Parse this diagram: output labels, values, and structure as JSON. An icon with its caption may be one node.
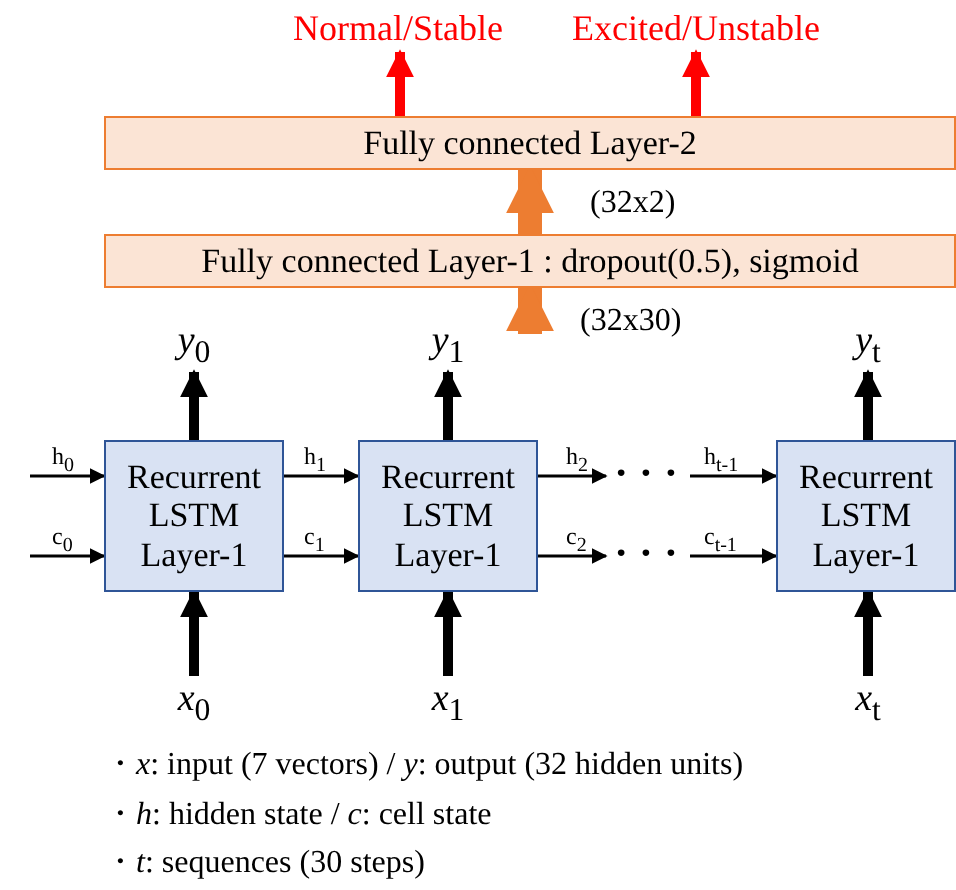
{
  "diagram": {
    "nodes": [
      {
        "text": [
          "Normal/Stable"
        ]
      },
      {
        "text": [
          "Excited/Unstable"
        ]
      },
      {
        "text": [
          "Fully connected Layer-2"
        ]
      },
      {
        "text": [
          "Fully connected Layer-1 : dropout(0.5), sigmoid"
        ]
      },
      {
        "text": [
          "*y*$_{0}$"
        ]
      },
      {
        "text": [
          "*y*$_{1}$"
        ]
      },
      {
        "text": [
          "*y*$_{t}$"
        ]
      },
      {
        "text": [
          "Recurrent LSTM Layer-1"
        ]
      },
      {
        "text": [
          "Recurrent LSTM Layer-1"
        ]
      },
      {
        "text": [
          "Recurrent LSTM Layer-1"
        ]
      },
      {
        "text": [
          "*x*$_{0}$"
        ]
      },
      {
        "text": [
          "*x*$_{1}$"
        ]
      },
      {
        "text": [
          "*x*$_{t}$"
        ]
      },
      {
        "text": [
          "• • •"
        ]
      },
      {
        "text": [
          "• • •"
        ]
      }
    ],
    "edges": [
      {
        "from": 2,
        "to": 0,
        "arrow": "to",
        "color": "#ff0000"
      },
      {
        "from": 2,
        "to": 1,
        "arrow": "to",
        "color": "#ff0000"
      },
      {
        "from": 3,
        "to": 2,
        "arrow": "to",
        "label": "(32x2)",
        "style": "thick",
        "color": "#ed7d31"
      },
      {
        "from": null,
        "to": 3,
        "arrow": "to",
        "label": "(32x30)",
        "style": "thick",
        "color": "#ed7d31"
      },
      {
        "from": 7,
        "to": 4,
        "arrow": "to"
      },
      {
        "from": 8,
        "to": 5,
        "arrow": "to"
      },
      {
        "from": 9,
        "to": 6,
        "arrow": "to"
      },
      {
        "from": 10,
        "to": 7,
        "arrow": "to"
      },
      {
        "from": 11,
        "to": 8,
        "arrow": "to"
      },
      {
        "from": 12,
        "to": 9,
        "arrow": "to"
      },
      {
        "from": null,
        "to": 7,
        "arrow": "to",
        "label": "h$_{0}$"
      },
      {
        "from": null,
        "to": 7,
        "arrow": "to",
        "label": "c$_{0}$"
      },
      {
        "from": 7,
        "to": 8,
        "arrow": "to",
        "label": "h$_{1}$"
      },
      {
        "from": 7,
        "to": 8,
        "arrow": "to",
        "label": "c$_{1}$"
      },
      {
        "from": 8,
        "to": 13,
        "arrow": "to",
        "label": "h$_{2}$"
      },
      {
        "from": 8,
        "to": 14,
        "arrow": "to",
        "label": "c$_{2}$"
      },
      {
        "from": 13,
        "to": 9,
        "arrow": "to",
        "label": "h$_{t-1}$"
      },
      {
        "from": 14,
        "to": 9,
        "arrow": "to",
        "label": "c$_{t-1}$"
      }
    ],
    "labels": [
      "・*x*: input (7 vectors) / *y*: output (32 hidden units)",
      "・*h*: hidden state / *c*: cell state",
      "・*t*: sequences (30 steps)"
    ]
  }
}
